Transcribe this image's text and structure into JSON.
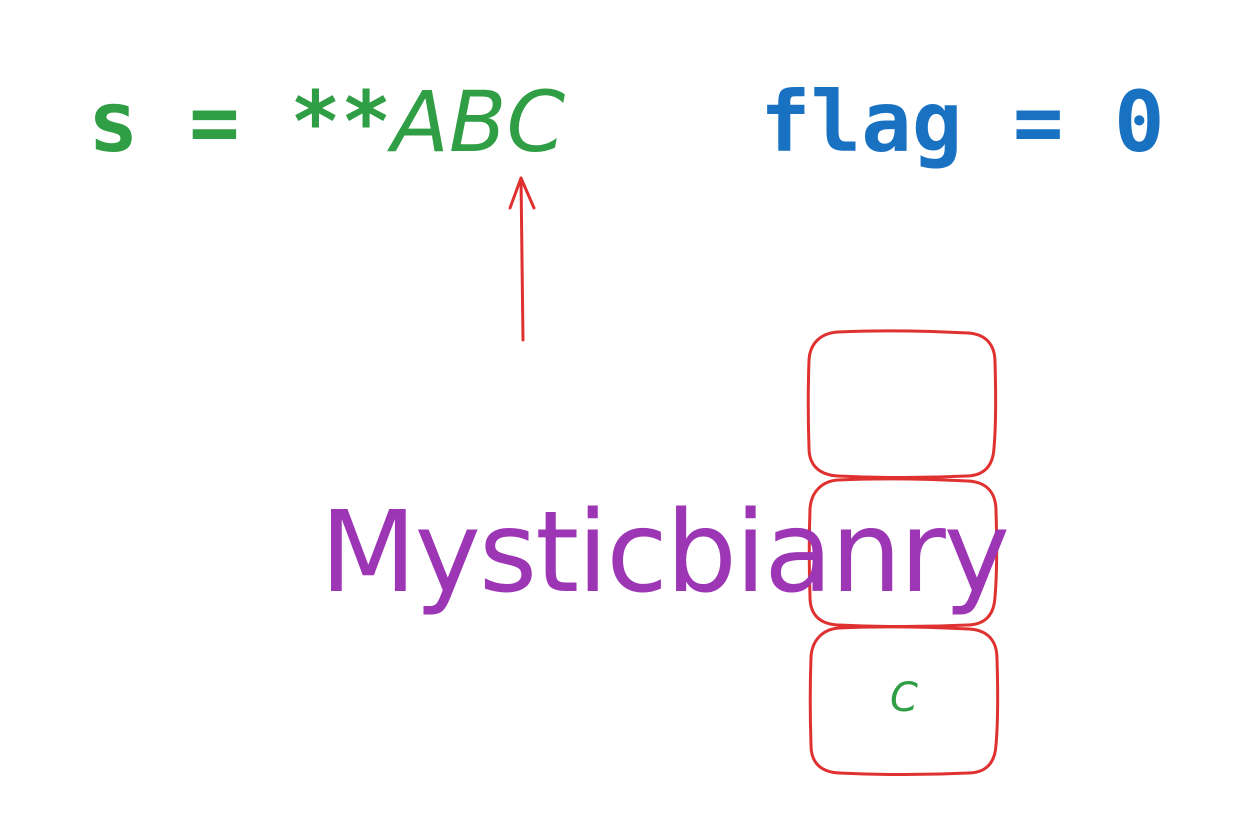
{
  "expression_s": {
    "prefix": "s = **",
    "literal": "ABC",
    "color": "#2f9e44"
  },
  "expression_flag": {
    "text": "flag = 0",
    "color": "#1971c2"
  },
  "pointer": {
    "color": "#e03131",
    "target": "C"
  },
  "stack": {
    "color": "#e03131",
    "cells": [
      "",
      "",
      "C"
    ]
  },
  "watermark": {
    "text": "Mysticbianry",
    "color": "#9c36b5"
  }
}
